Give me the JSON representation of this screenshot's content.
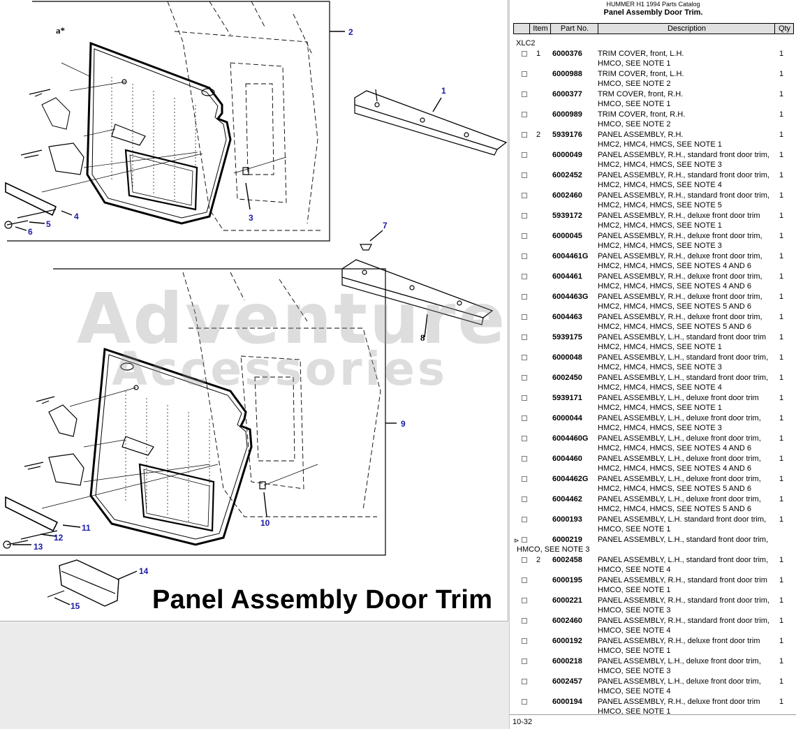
{
  "diagram": {
    "caption": "Panel Assembly Door Trim",
    "footnote_mark": "a*",
    "watermark_line1": "Adventure",
    "watermark_line2": "Accessories",
    "callouts": [
      "1",
      "2",
      "3",
      "4",
      "5",
      "6",
      "7",
      "8",
      "9",
      "10",
      "11",
      "12",
      "13",
      "14",
      "15"
    ]
  },
  "catalog": {
    "subtitle": "HUMMER H1 1994 Parts Catalog",
    "title": "Panel Assembly Door Trim.",
    "columns": {
      "item": "Item",
      "part_no": "Part No.",
      "description": "Description",
      "qty": "Qty"
    },
    "group": "XLC2",
    "rows": [
      {
        "item": "1",
        "part": "6000376",
        "desc1": "TRIM COVER, front, L.H.",
        "desc2": "HMCO, SEE NOTE 1",
        "qty": "1"
      },
      {
        "item": "",
        "part": "6000988",
        "desc1": "TRIM COVER, front, L.H.",
        "desc2": "HMCO, SEE NOTE 2",
        "qty": "1"
      },
      {
        "item": "",
        "part": "6000377",
        "desc1": "TRM COVER, front, R.H.",
        "desc2": "HMCO, SEE NOTE 1",
        "qty": "1"
      },
      {
        "item": "",
        "part": "6000989",
        "desc1": "TRIM COVER, front, R.H.",
        "desc2": "HMCO, SEE NOTE 2",
        "qty": "1"
      },
      {
        "item": "2",
        "part": "5939176",
        "desc1": "PANEL ASSEMBLY, R.H.",
        "desc2": "HMC2, HMC4, HMCS, SEE NOTE 1",
        "qty": "1"
      },
      {
        "item": "",
        "part": "6000049",
        "desc1": "PANEL ASSEMBLY, R.H., standard front door trim,",
        "desc2": "HMC2, HMC4, HMCS, SEE NOTE 3",
        "qty": "1"
      },
      {
        "item": "",
        "part": "6002452",
        "desc1": "PANEL ASSEMBLY, R.H., standard front door trim,",
        "desc2": "HMC2, HMC4, HMCS, SEE NOTE 4",
        "qty": "1"
      },
      {
        "item": "",
        "part": "6002460",
        "desc1": "PANEL ASSEMBLY, R.H., standard front door trim,",
        "desc2": "HMC2, HMC4, HMCS, SEE NOTE 5",
        "qty": "1"
      },
      {
        "item": "",
        "part": "5939172",
        "desc1": "PANEL ASSEMBLY, R.H., deluxe front door trim",
        "desc2": "HMC2, HMC4, HMCS, SEE NOTE 1",
        "qty": "1"
      },
      {
        "item": "",
        "part": "6000045",
        "desc1": "PANEL ASSEMBLY, R.H., deluxe front door trim,",
        "desc2": "HMC2, HMC4, HMCS, SEE NOTE 3",
        "qty": "1"
      },
      {
        "item": "",
        "part": "6004461G",
        "desc1": "PANEL ASSEMBLY, R.H., deluxe front door trim,",
        "desc2": "HMC2, HMC4, HMCS, SEE NOTES 4 AND 6",
        "qty": "1"
      },
      {
        "item": "",
        "part": "6004461",
        "desc1": "PANEL ASSEMBLY, R.H., deluxe front door trim,",
        "desc2": "HMC2, HMC4, HMCS, SEE NOTES 4 AND 6",
        "qty": "1"
      },
      {
        "item": "",
        "part": "6004463G",
        "desc1": "PANEL ASSEMBLY, R.H., deluxe front door trim,",
        "desc2": "HMC2, HMC4, HMCS, SEE NOTES 5 AND 6",
        "qty": "1"
      },
      {
        "item": "",
        "part": "6004463",
        "desc1": "PANEL ASSEMBLY, R.H., deluxe front door trim,",
        "desc2": "HMC2, HMC4, HMCS, SEE NOTES 5 AND 6",
        "qty": "1"
      },
      {
        "item": "",
        "part": "5939175",
        "desc1": "PANEL ASSEMBLY, L.H., standard front door trim",
        "desc2": "HMC2, HMC4, HMCS, SEE NOTE 1",
        "qty": "1"
      },
      {
        "item": "",
        "part": "6000048",
        "desc1": "PANEL ASSEMBLY, L.H., standard front door trim,",
        "desc2": "HMC2, HMC4, HMCS, SEE NOTE 3",
        "qty": "1"
      },
      {
        "item": "",
        "part": "6002450",
        "desc1": "PANEL ASSEMBLY, L.H., standard front door trim,",
        "desc2": "HMC2, HMC4, HMCS, SEE NOTE 4",
        "qty": "1"
      },
      {
        "item": "",
        "part": "5939171",
        "desc1": "PANEL ASSEMBLY, L.H., deluxe front door trim",
        "desc2": "HMC2, HMC4, HMCS, SEE NOTE 1",
        "qty": "1"
      },
      {
        "item": "",
        "part": "6000044",
        "desc1": "PANEL ASSEMBLY, L.H., deluxe front door trim,",
        "desc2": "HMC2, HMC4, HMCS, SEE NOTE 3",
        "qty": "1"
      },
      {
        "item": "",
        "part": "6004460G",
        "desc1": "PANEL ASSEMBLY, L.H., deluxe front door trim,",
        "desc2": "HMC2, HMC4, HMCS, SEE NOTES 4 AND 6",
        "qty": "1"
      },
      {
        "item": "",
        "part": "6004460",
        "desc1": "PANEL ASSEMBLY, L.H., deluxe front door trim,",
        "desc2": "HMC2, HMC4, HMCS, SEE NOTES 4 AND 6",
        "qty": "1"
      },
      {
        "item": "",
        "part": "6004462G",
        "desc1": "PANEL ASSEMBLY, L.H., deluxe front door trim,",
        "desc2": "HMC2, HMC4, HMCS, SEE NOTES 5 AND 6",
        "qty": "1"
      },
      {
        "item": "",
        "part": "6004462",
        "desc1": "PANEL ASSEMBLY, L.H., deluxe front door trim,",
        "desc2": "HMC2, HMC4, HMCS, SEE NOTES 5 AND 6",
        "qty": "1"
      },
      {
        "item": "",
        "part": "6000193",
        "desc1": "PANEL ASSEMBLY, L.H. standard front door trim,",
        "desc2": "HMCO, SEE NOTE 1",
        "qty": "1"
      },
      {
        "item": "",
        "part": "6000219",
        "desc1": "PANEL ASSEMBLY, L.H., standard front door trim,",
        "desc2": "HMCO, SEE NOTE 3",
        "qty": "",
        "pointer": "⊳",
        "wide": true
      },
      {
        "item": "2",
        "part": "6002458",
        "desc1": "PANEL ASSEMBLY, L.H., standard front door trim,",
        "desc2": "HMCO, SEE NOTE 4",
        "qty": "1"
      },
      {
        "item": "",
        "part": "6000195",
        "desc1": "PANEL ASSEMBLY, R.H., standard front door trim",
        "desc2": "HMCO, SEE NOTE 1",
        "qty": "1"
      },
      {
        "item": "",
        "part": "6000221",
        "desc1": "PANEL ASSEMBLY, R.H., standard front door trim,",
        "desc2": "HMCO, SEE NOTE 3",
        "qty": "1"
      },
      {
        "item": "",
        "part": "6002460",
        "desc1": "PANEL ASSEMBLY, R.H., standard front door trim,",
        "desc2": "HMCO, SEE NOTE 4",
        "qty": "1"
      },
      {
        "item": "",
        "part": "6000192",
        "desc1": "PANEL ASSEMBLY, R.H., deluxe front door trim",
        "desc2": "HMCO, SEE NOTE 1",
        "qty": "1"
      },
      {
        "item": "",
        "part": "6000218",
        "desc1": "PANEL ASSEMBLY, L.H., deluxe front door trim,",
        "desc2": "HMCO, SEE NOTE 3",
        "qty": "1"
      },
      {
        "item": "",
        "part": "6002457",
        "desc1": "PANEL ASSEMBLY, L.H., deluxe front door trim,",
        "desc2": "HMCO, SEE NOTE 4",
        "qty": "1"
      },
      {
        "item": "",
        "part": "6000194",
        "desc1": "PANEL ASSEMBLY, R.H., deluxe front door trim",
        "desc2": "HMCO, SEE NOTE 1",
        "qty": "1"
      }
    ],
    "footer": "10-32"
  }
}
